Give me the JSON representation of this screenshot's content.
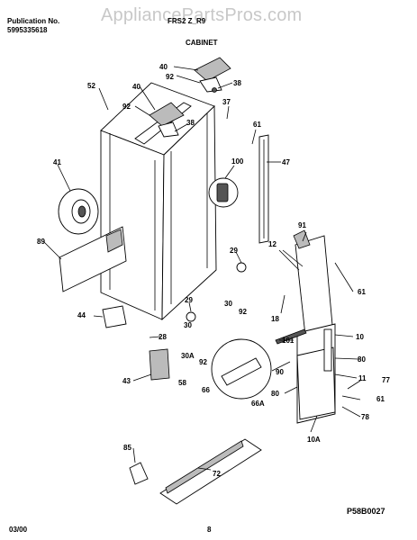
{
  "header": {
    "publication_label": "Publication No.",
    "publication_number": "5995335618",
    "model": "FRS2 Z_R9",
    "section_title": "CABINET",
    "watermark": "AppliancePartsPros.com"
  },
  "callouts": [
    "40",
    "92",
    "38",
    "52",
    "40",
    "92",
    "38",
    "37",
    "61",
    "47",
    "100",
    "41",
    "89",
    "29",
    "91",
    "12",
    "30",
    "92",
    "61",
    "18",
    "44",
    "29",
    "30",
    "28",
    "10",
    "101",
    "80",
    "90",
    "11",
    "77",
    "30A",
    "92",
    "43",
    "58",
    "66",
    "80",
    "61",
    "78",
    "66A",
    "10A",
    "85",
    "72"
  ],
  "footer": {
    "date": "03/00",
    "page": "8",
    "diagram_id": "P58B0027"
  }
}
